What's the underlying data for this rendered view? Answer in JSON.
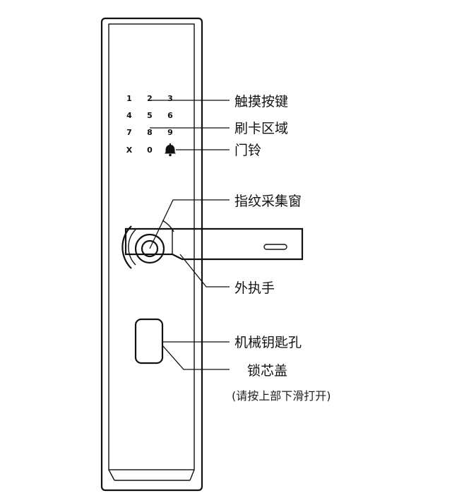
{
  "keypad": {
    "rows": [
      [
        "1",
        "2",
        "3"
      ],
      [
        "4",
        "5",
        "6"
      ],
      [
        "7",
        "8",
        "9"
      ],
      [
        "X",
        "0",
        ""
      ]
    ],
    "doorbell_icon": "bell-icon"
  },
  "labels": {
    "touch_keys": "触摸按键",
    "card_area": "刷卡区域",
    "doorbell": "门铃",
    "fingerprint": "指纹采集窗",
    "handle": "外执手",
    "key_hole": "机械钥匙孔",
    "lock_cover": "锁芯盖",
    "lock_cover_hint": "(请按上部下滑打开)"
  }
}
